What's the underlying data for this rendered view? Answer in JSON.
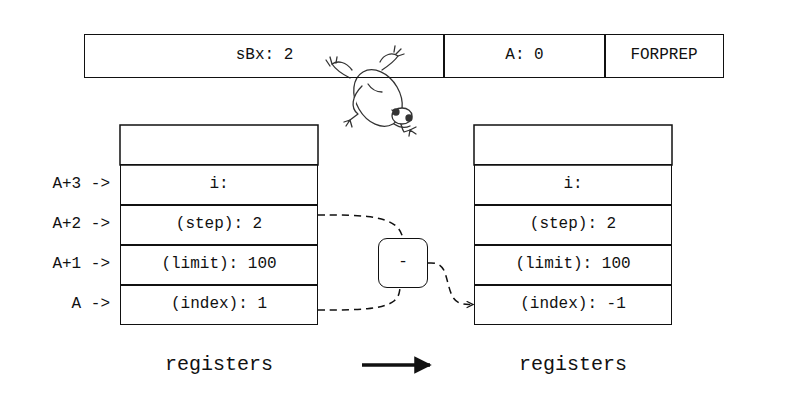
{
  "diagram": {
    "nodes": [
      {
        "text": [
          "sBx: 2"
        ]
      },
      {
        "text": [
          "A: 0"
        ]
      },
      {
        "text": [
          "FORPREP"
        ]
      },
      {
        "text": [
          "i:"
        ]
      },
      {
        "text": [
          "(step): 2"
        ]
      },
      {
        "text": [
          "(limit): 100"
        ]
      },
      {
        "text": [
          "(index): 1"
        ]
      },
      {
        "text": [
          "-"
        ]
      },
      {
        "text": [
          "i:"
        ]
      },
      {
        "text": [
          "(step): 2"
        ]
      },
      {
        "text": [
          "(limit): 100"
        ]
      },
      {
        "text": [
          "(index): -1"
        ]
      }
    ],
    "edges": [
      {
        "from": 4,
        "to": 7,
        "arrow": "none"
      },
      {
        "from": 6,
        "to": 7,
        "arrow": "none"
      },
      {
        "from": 7,
        "to": 11,
        "arrow": "to"
      }
    ],
    "labels": [
      "A+3 ->",
      "A+2 ->",
      "A+1 ->",
      "A ->",
      "registers",
      "registers"
    ]
  }
}
